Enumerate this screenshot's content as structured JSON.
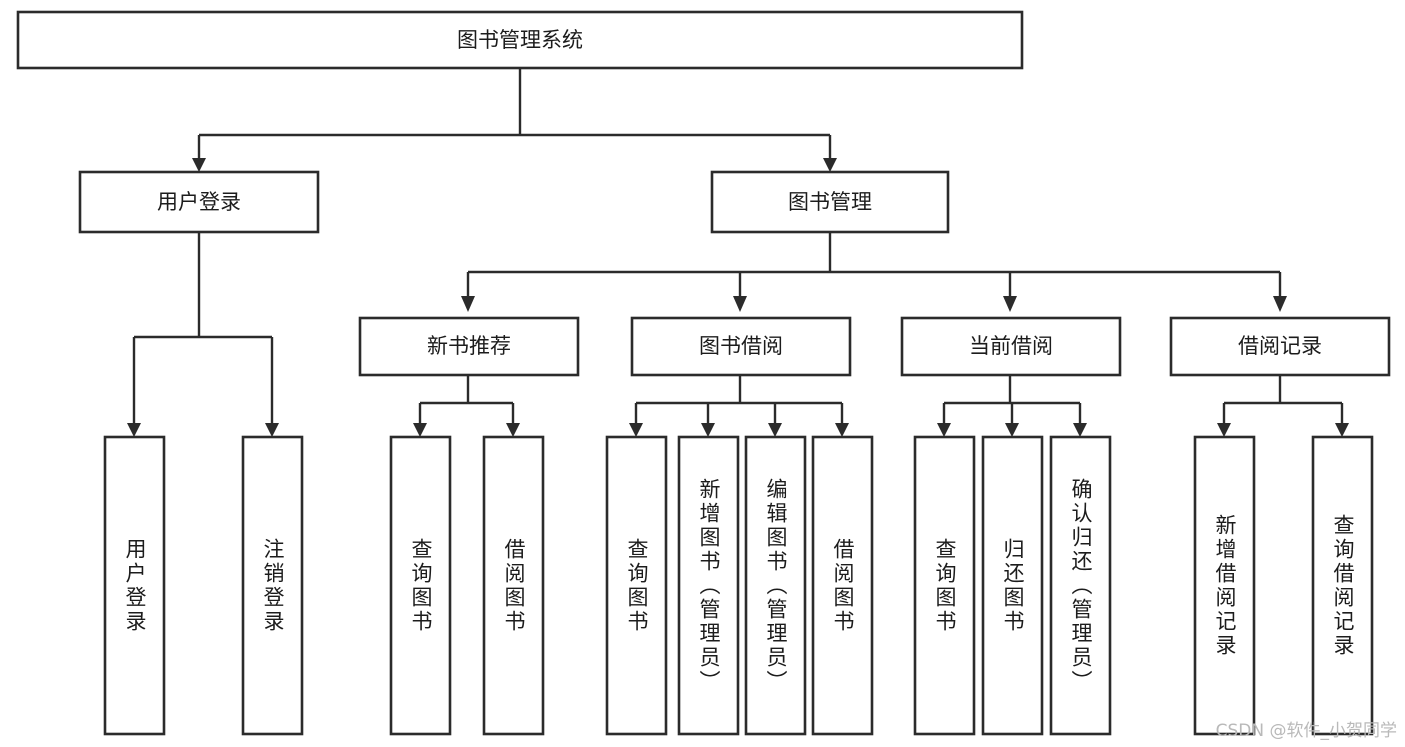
{
  "diagram": {
    "type": "tree-hierarchy-chart",
    "title": "图书管理系统",
    "watermark": "CSDN @软件_小贺同学",
    "colors": {
      "box_stroke": "#2b2b2b",
      "box_fill": "#ffffff",
      "connector": "#2b2b2b",
      "text": "#1c1c1c",
      "watermark": "#b9b9b9",
      "background": "#ffffff"
    },
    "root": {
      "label": "图书管理系统"
    },
    "level1": [
      {
        "label": "用户登录"
      },
      {
        "label": "图书管理"
      }
    ],
    "level2": [
      {
        "label": "新书推荐",
        "parent": "图书管理"
      },
      {
        "label": "图书借阅",
        "parent": "图书管理"
      },
      {
        "label": "当前借阅",
        "parent": "图书管理"
      },
      {
        "label": "借阅记录",
        "parent": "图书管理"
      }
    ],
    "leaves": {
      "user_login": [
        {
          "label": "用户登录"
        },
        {
          "label": "注销登录"
        }
      ],
      "new_book_recommend": [
        {
          "label": "查询图书"
        },
        {
          "label": "借阅图书"
        }
      ],
      "book_borrow": [
        {
          "label": "查询图书"
        },
        {
          "label": "新增图书（管理员）"
        },
        {
          "label": "编辑图书（管理员）"
        },
        {
          "label": "借阅图书"
        }
      ],
      "current_borrow": [
        {
          "label": "查询图书"
        },
        {
          "label": "归还图书"
        },
        {
          "label": "确认归还（管理员）"
        }
      ],
      "borrow_record": [
        {
          "label": "新增借阅记录"
        },
        {
          "label": "查询借阅记录"
        }
      ]
    }
  }
}
